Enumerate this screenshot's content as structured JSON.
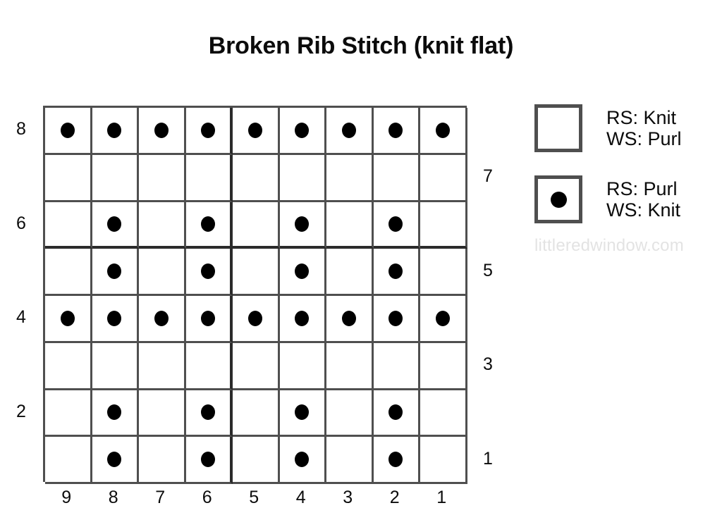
{
  "title": "Broken Rib Stitch (knit flat)",
  "watermark": "littleredwindow.com",
  "legend": {
    "items": [
      {
        "symbol": "empty-square",
        "line1": "RS: Knit",
        "line2": "WS: Purl"
      },
      {
        "symbol": "dot-square",
        "line1": "RS: Purl",
        "line2": "WS: Knit"
      }
    ]
  },
  "chart_data": {
    "type": "heatmap",
    "title": "Broken Rib Stitch (knit flat)",
    "xlabel": "",
    "ylabel": "",
    "grid": true,
    "legend_position": "right",
    "columns": 9,
    "rows": 8,
    "column_labels": [
      "9",
      "8",
      "7",
      "6",
      "5",
      "4",
      "3",
      "2",
      "1"
    ],
    "row_labels_left": [
      "8",
      "",
      "6",
      "",
      "4",
      "",
      "2",
      ""
    ],
    "row_labels_right": [
      "",
      "7",
      "",
      "5",
      "",
      "3",
      "",
      "1"
    ],
    "symbols": {
      "0": "knit",
      "1": "purl"
    },
    "section_divider_after_column_index": 3,
    "section_divider_after_row_index": 2,
    "rows_top_to_bottom": [
      {
        "row": "8",
        "side": "WS",
        "cells": [
          1,
          1,
          1,
          1,
          1,
          1,
          1,
          1,
          1
        ]
      },
      {
        "row": "7",
        "side": "RS",
        "cells": [
          0,
          0,
          0,
          0,
          0,
          0,
          0,
          0,
          0
        ]
      },
      {
        "row": "6",
        "side": "WS",
        "cells": [
          0,
          1,
          0,
          1,
          0,
          1,
          0,
          1,
          0
        ]
      },
      {
        "row": "5",
        "side": "RS",
        "cells": [
          0,
          1,
          0,
          1,
          0,
          1,
          0,
          1,
          0
        ]
      },
      {
        "row": "4",
        "side": "WS",
        "cells": [
          1,
          1,
          1,
          1,
          1,
          1,
          1,
          1,
          1
        ]
      },
      {
        "row": "3",
        "side": "RS",
        "cells": [
          0,
          0,
          0,
          0,
          0,
          0,
          0,
          0,
          0
        ]
      },
      {
        "row": "2",
        "side": "WS",
        "cells": [
          0,
          1,
          0,
          1,
          0,
          1,
          0,
          1,
          0
        ]
      },
      {
        "row": "1",
        "side": "RS",
        "cells": [
          0,
          1,
          0,
          1,
          0,
          1,
          0,
          1,
          0
        ]
      }
    ]
  },
  "colors": {
    "grid_line": "#4f4f4f",
    "section_line": "#2b2b2b",
    "symbol": "#000000",
    "text": "#0b0b0b",
    "watermark": "#e3e3e3",
    "background": "#ffffff"
  }
}
